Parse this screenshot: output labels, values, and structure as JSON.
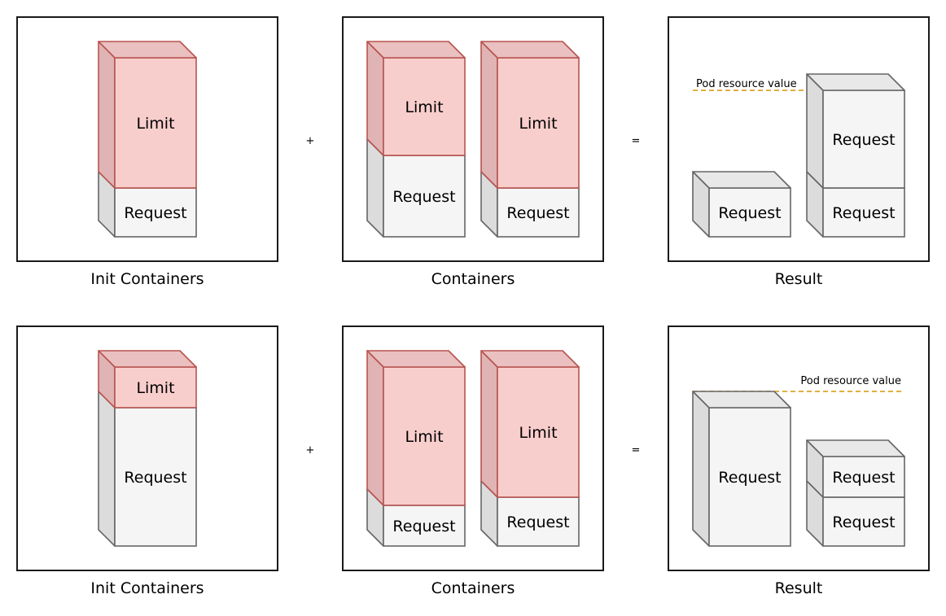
{
  "colors": {
    "limit_front": "#f8cecc",
    "limit_top": "#eac0c0",
    "limit_side": "#e0b4b4",
    "limit_stroke": "#b85450",
    "request_front": "#f5f5f5",
    "request_top": "#e8e8e8",
    "request_side": "#dcdcdc",
    "request_stroke": "#666666",
    "pod_line": "#e0b040"
  },
  "labels": {
    "init": "Init Containers",
    "containers": "Containers",
    "result": "Result",
    "limit": "Limit",
    "request": "Request",
    "plus": "+",
    "equals": "=",
    "pod_value": "Pod resource value"
  },
  "rows": [
    {
      "init": [
        {
          "request": 60,
          "limit": 160
        }
      ],
      "containers": [
        {
          "request": 100,
          "limit": 120
        },
        {
          "request": 60,
          "limit": 160
        }
      ],
      "result": [
        [
          60
        ],
        [
          60,
          120
        ]
      ]
    },
    {
      "init": [
        {
          "request": 170,
          "limit": 50
        }
      ],
      "containers": [
        {
          "request": 50,
          "limit": 170
        },
        {
          "request": 60,
          "limit": 160
        }
      ],
      "result": [
        [
          170
        ],
        [
          60,
          50
        ]
      ]
    }
  ]
}
